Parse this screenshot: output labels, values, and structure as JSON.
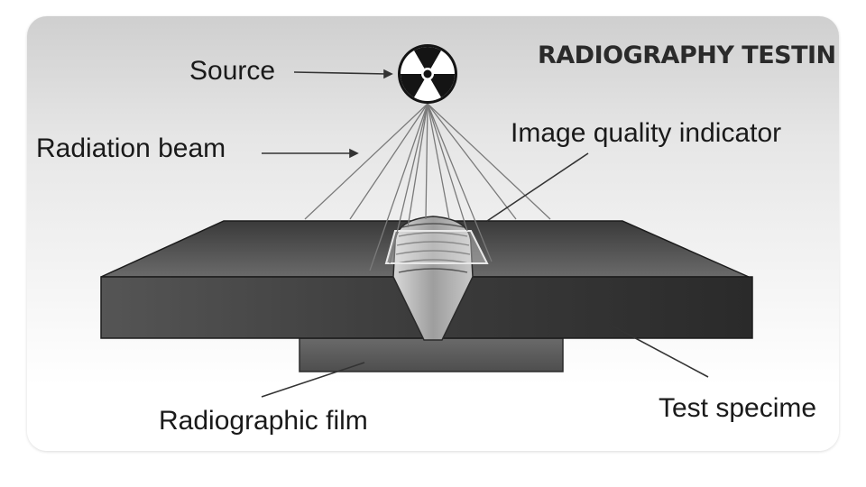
{
  "diagram": {
    "title": "RADIOGRAPHY TESTIN",
    "labels": {
      "source": "Source",
      "radiation_beam": "Radiation beam",
      "image_quality_indicator": "Image quality indicator",
      "test_specimen": "Test specime",
      "radiographic_film": "Radiographic film"
    },
    "icons": {
      "source": "radiation-trefoil-icon"
    }
  }
}
